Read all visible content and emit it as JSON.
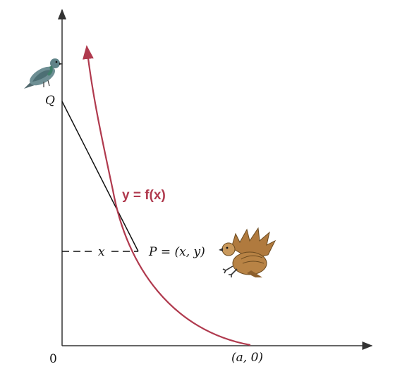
{
  "labels": {
    "origin": "0",
    "point_q": "Q",
    "horizontal_distance": "x",
    "point_p": "P = (x, y)",
    "point_a": "(a, 0)",
    "curve": "y = f(x)"
  },
  "colors": {
    "curve": "#b03a4e",
    "axes": "#333333",
    "tangent": "#111111",
    "pigeon_body": "#6e8f94",
    "hawk_body": "#b07a3e"
  },
  "icons": {
    "prey": "pigeon-icon",
    "predator": "hawk-icon"
  }
}
